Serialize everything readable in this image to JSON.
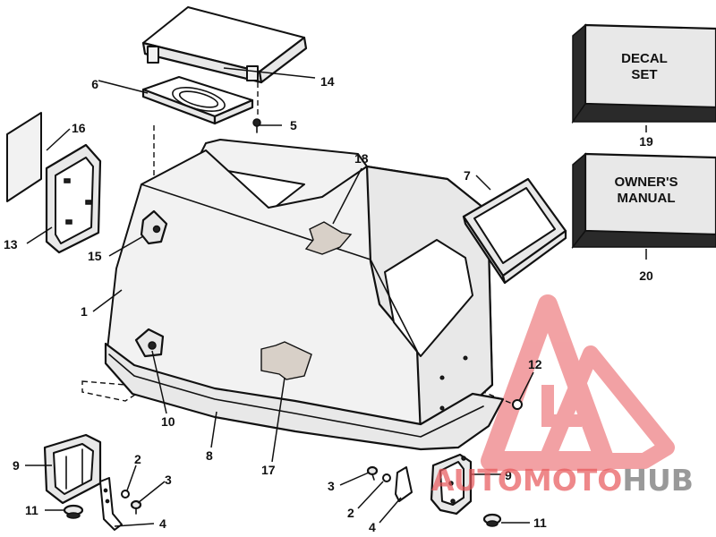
{
  "callouts": {
    "c1": "1",
    "c2a": "2",
    "c2b": "2",
    "c3a": "3",
    "c3b": "3",
    "c4a": "4",
    "c4b": "4",
    "c5": "5",
    "c6": "6",
    "c7": "7",
    "c8": "8",
    "c9a": "9",
    "c9b": "9",
    "c10": "10",
    "c11a": "11",
    "c11b": "11",
    "c12": "12",
    "c13": "13",
    "c14": "14",
    "c15": "15",
    "c16": "16",
    "c17": "17",
    "c18": "18",
    "c19": "19",
    "c20": "20"
  },
  "boxes": {
    "decal_line1": "DECAL",
    "decal_line2": "SET",
    "manual_line1": "OWNER'S",
    "manual_line2": "MANUAL"
  },
  "watermark": {
    "part1": "AUTO",
    "part2": "MOTO",
    "part3": "HUB",
    "color_red": "#e8565a",
    "color_grey": "#6e6e6e"
  }
}
